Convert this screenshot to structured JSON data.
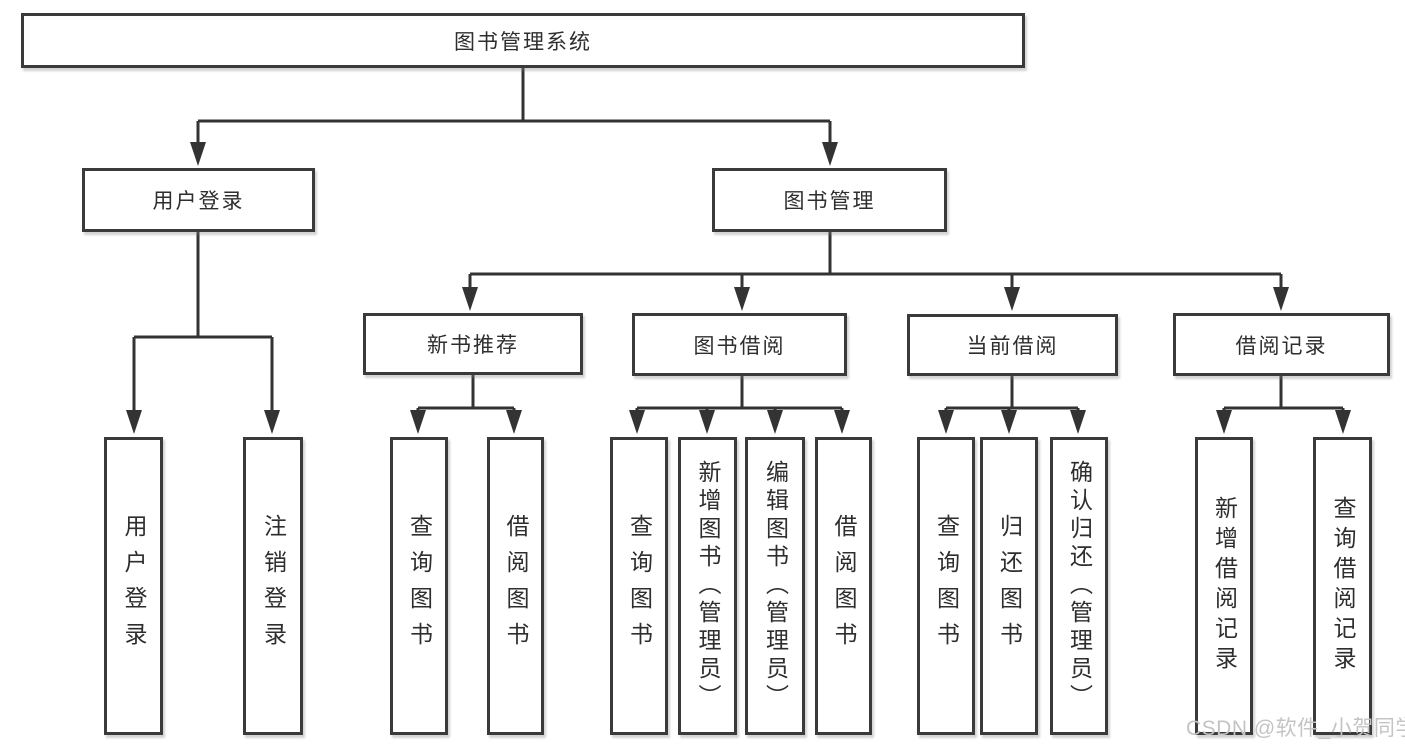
{
  "diagram": {
    "type": "tree-functional-structure",
    "colors": {
      "background": "#ffffff",
      "line": "#333333",
      "box_border": "#3a3a3a",
      "text": "#2e2e2e",
      "watermark": "#c4c4c4"
    },
    "tree": {
      "label": "图书管理系统",
      "children": [
        {
          "label": "用户登录",
          "children": [
            {
              "label": "用户登录"
            },
            {
              "label": "注销登录"
            }
          ]
        },
        {
          "label": "图书管理",
          "children": [
            {
              "label": "新书推荐",
              "children": [
                {
                  "label": "查询图书"
                },
                {
                  "label": "借阅图书"
                }
              ]
            },
            {
              "label": "图书借阅",
              "children": [
                {
                  "label": "查询图书"
                },
                {
                  "label": "新增图书（管理员）"
                },
                {
                  "label": "编辑图书（管理员）"
                },
                {
                  "label": "借阅图书"
                }
              ]
            },
            {
              "label": "当前借阅",
              "children": [
                {
                  "label": "查询图书"
                },
                {
                  "label": "归还图书"
                },
                {
                  "label": "确认归还（管理员）"
                }
              ]
            },
            {
              "label": "借阅记录",
              "children": [
                {
                  "label": "新增借阅记录"
                },
                {
                  "label": "查询借阅记录"
                }
              ]
            }
          ]
        }
      ]
    },
    "watermark": {
      "text": "CSDN @软件_小贺同学"
    }
  }
}
